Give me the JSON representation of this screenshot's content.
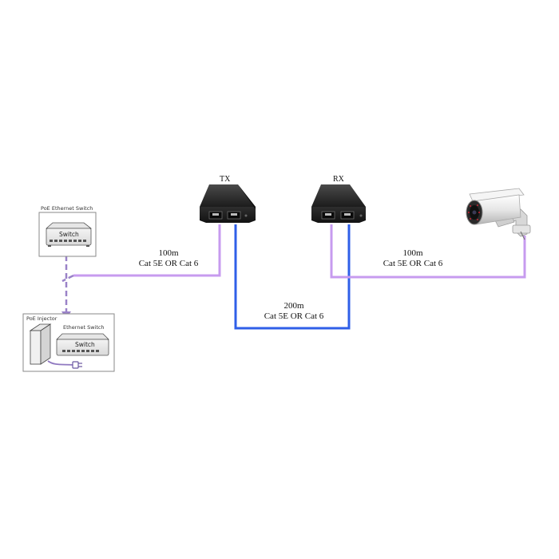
{
  "devices": {
    "tx_label": "TX",
    "rx_label": "RX",
    "poe_switch_title": "PoE Ethernet Switch",
    "poe_switch_label": "Switch",
    "injector_title": "PoE Injector",
    "ethernet_switch_title": "Ethernet Switch",
    "ethernet_switch_label": "Switch"
  },
  "cables": {
    "left": {
      "distance": "100m",
      "type": "Cat 5E OR Cat 6"
    },
    "middle": {
      "distance": "200m",
      "type": "Cat 5E OR Cat 6"
    },
    "right": {
      "distance": "100m",
      "type": "Cat 5E OR Cat 6"
    }
  },
  "colors": {
    "poe_cable": "#c79bef",
    "extension_cable": "#2f5fe8",
    "dashed_link": "#9a82c8",
    "device_body": "#262626",
    "box_border": "#8a8a8a"
  },
  "icons": [
    "ethernet-switch-icon",
    "poe-injector-icon",
    "power-plug-icon",
    "ip-camera-icon",
    "rj45-port-icon"
  ]
}
